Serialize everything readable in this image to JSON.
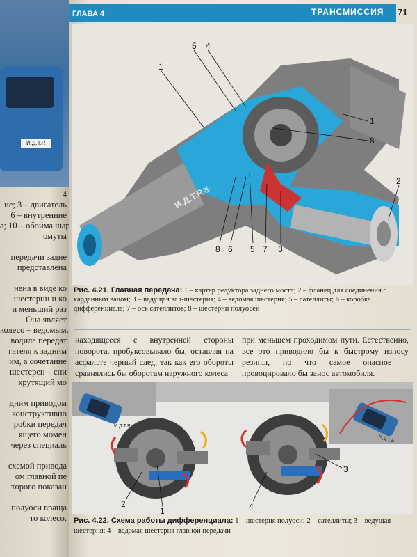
{
  "left_page": {
    "plate": "И.Д.Т.Р.",
    "lines": [
      "4",
      "ие; 3 – двигатель",
      "6 – внутренние",
      "а; 10 – обойма шар",
      "омуты",
      "",
      "передачи задне",
      "представлена",
      "",
      "нена в виде ко",
      "шестерни и ко",
      "и меньший раз",
      "Она являет",
      "колесо – ведомым.",
      "водила передат",
      "гателя к задним",
      "им, а сочетание",
      "шестерен – сни",
      "крутящий мо",
      "",
      "дним приводом",
      "конструктивно",
      "робки передач",
      "ящего момен",
      "через специаль",
      "",
      "схемой привода",
      "ом главной пе",
      "торого показан",
      "",
      "полуоси враща",
      "то колесо,"
    ]
  },
  "header": {
    "chapter": "ГЛАВА 4",
    "section": "ТРАНСМИССИЯ",
    "page_number": "71"
  },
  "figure_1": {
    "brand_text": "И.Д.Т.Р.®",
    "callouts": [
      "5",
      "4",
      "1",
      "1",
      "8",
      "2",
      "8",
      "6",
      "5",
      "7",
      "3"
    ],
    "caption_title": "Рис. 4.21. Главная передача:",
    "caption_text": "1 – картер редуктора заднего моста; 2 – фланец для соединения с карданным валом; 3 – ведущая вал-шестерня; 4 – ведомая шестерня; 5 – сателлиты; 6 – коробка дифференциала; 7 – ось сателлитов; 8 – шестерни полуосей"
  },
  "body": {
    "col1": "находящееся с внутренней стороны поворота, пробуксовывало бы, оставляя на асфальте черный след, так как его обороты сравнялись бы оборотам наружного колеса",
    "col2": "при меньшем проходимом пути. Естественно, все это приводило бы к быстрому износу резины, но что самое опасное – провоцировало бы занос автомобиля."
  },
  "figure_2": {
    "callouts": [
      "2",
      "1",
      "4",
      "3"
    ],
    "plate_a": "И.Д.Т.Р.",
    "plate_b": "И.Д.Т.Р.",
    "caption_title": "Рис. 4.22. Схема работы дифференциала:",
    "caption_text": "1 – шестерня полуоси; 2 – сателлиты; 3 – ведущая шестерня; 4 – ведомая шестерня главной передачи"
  },
  "colors": {
    "header_blue": "#1f8cc0",
    "housing_blue": "#2aa7d8",
    "metal_gray": "#8a8a8a",
    "arrow_red": "#d4302a",
    "arrow_yellow": "#e8b020"
  }
}
